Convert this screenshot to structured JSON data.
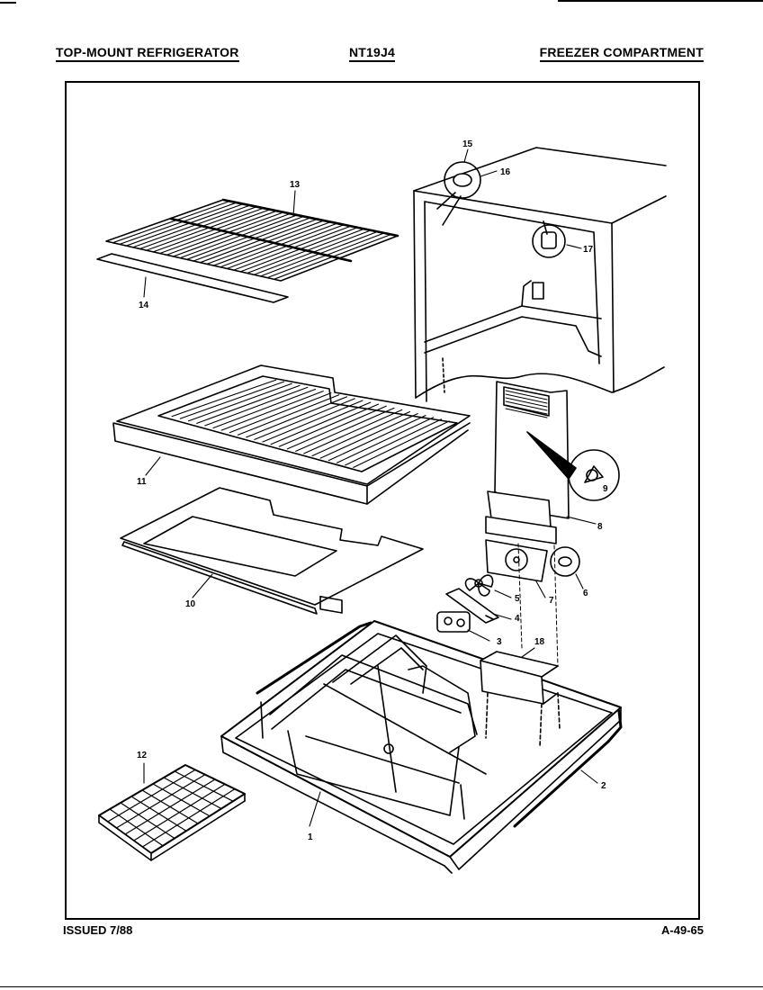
{
  "header": {
    "left": "TOP-MOUNT REFRIGERATOR",
    "center": "NT19J4",
    "right": "FREEZER COMPARTMENT"
  },
  "footer": {
    "left": "ISSUED 7/88",
    "right": "A-49-65"
  },
  "callouts": {
    "c1": "1",
    "c2": "2",
    "c3": "3",
    "c4": "4",
    "c5": "5",
    "c6": "6",
    "c7": "7",
    "c8": "8",
    "c9": "9",
    "c10": "10",
    "c11": "11",
    "c12": "12",
    "c13": "13",
    "c14": "14",
    "c15": "15",
    "c16": "16",
    "c17": "17",
    "c18": "18"
  }
}
